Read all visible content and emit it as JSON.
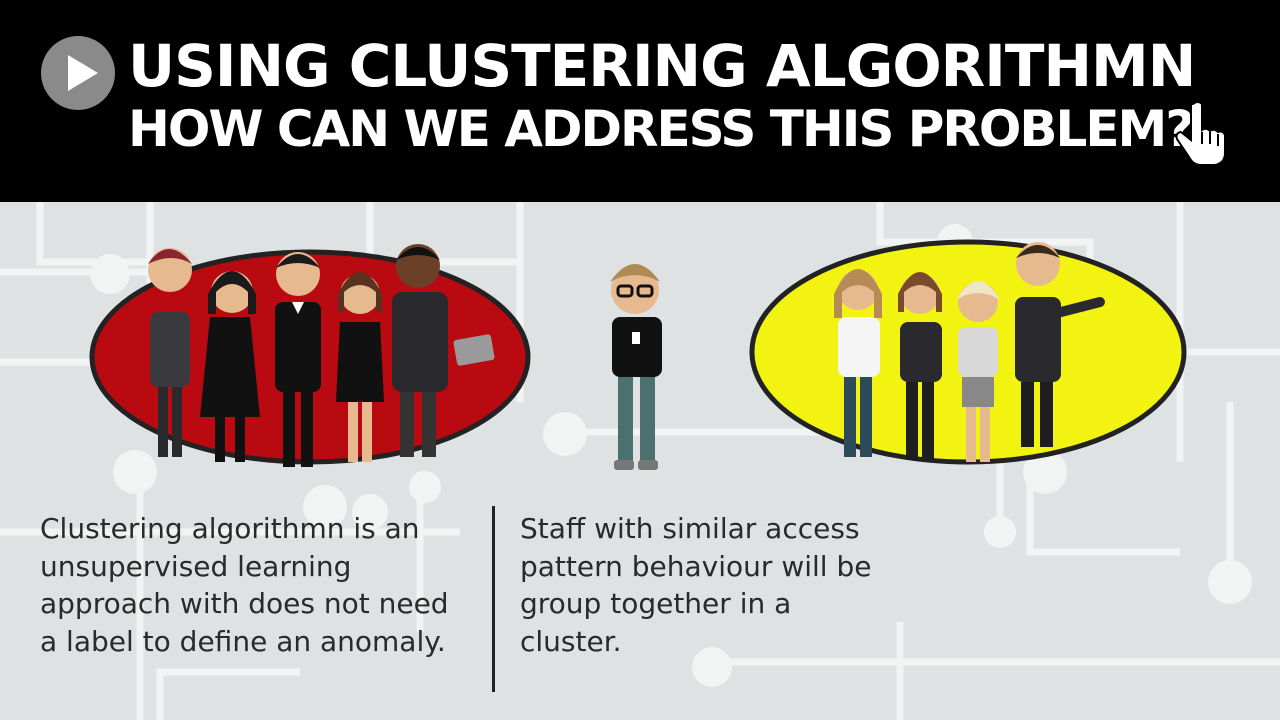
{
  "header": {
    "title_line1": "USING CLUSTERING ALGORITHMN",
    "title_line2": "HOW CAN WE ADDRESS THIS PROBLEM?",
    "play_icon": "play-icon",
    "pointer_icon": "hand-pointer-icon"
  },
  "colors": {
    "header_bg": "#000000",
    "background": "#dfe2e3",
    "red_group": "#b80a10",
    "yellow_group": "#f3f311"
  },
  "captions": {
    "left": [
      "Clustering algorithmn is an",
      "unsupervised learning",
      "approach with does not need",
      "a label to define an anomaly."
    ],
    "right": [
      "Staff with similar access",
      "pattern behaviour will be",
      "group together in a",
      "cluster."
    ]
  }
}
